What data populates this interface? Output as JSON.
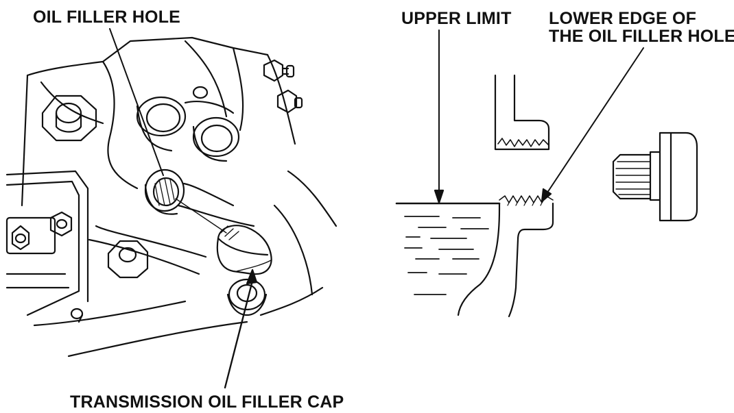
{
  "labels": {
    "oil_filler_hole": "OIL FILLER HOLE",
    "upper_limit": "UPPER LIMIT",
    "lower_edge_line1": "LOWER EDGE OF",
    "lower_edge_line2": "THE OIL FILLER HOLE",
    "transmission_cap": "TRANSMISSION OIL FILLER CAP"
  },
  "colors": {
    "ink": "#111111",
    "background": "#ffffff"
  }
}
